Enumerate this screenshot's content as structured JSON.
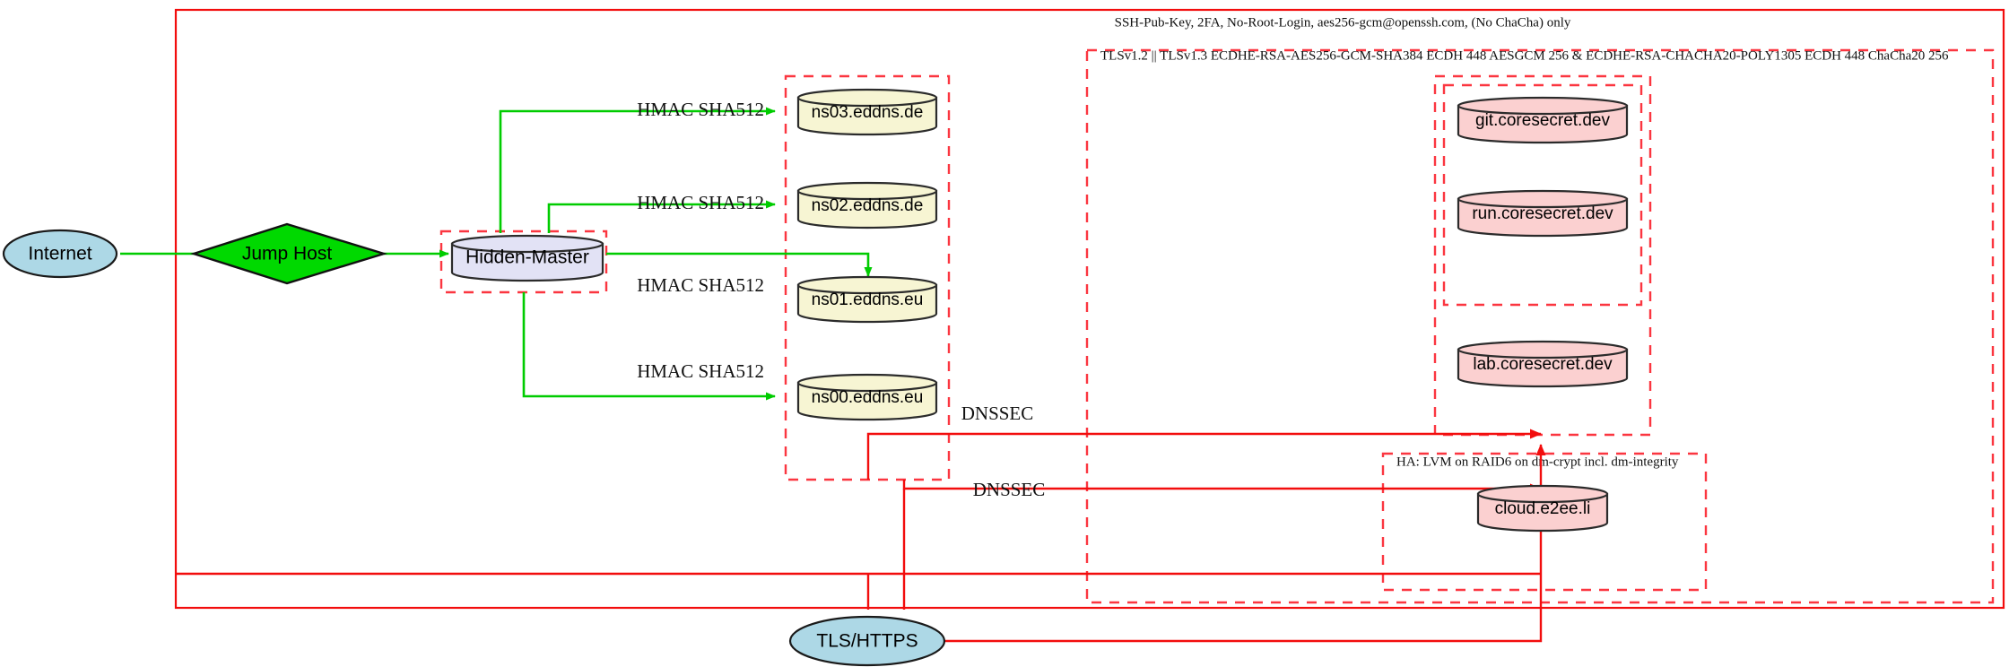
{
  "diagram": {
    "title": "Hidden-Master DNS and TLS service architecture",
    "colors": {
      "cluster_border": "#fb3640",
      "outer_border": "#f20d0d",
      "dns_edge": "#00cc00",
      "tls_edge": "#f20d0d",
      "internet_fill": "#add8e6",
      "jumphost_fill": "#00d900",
      "hidden_master_fill": "#e2e2f5",
      "nameserver_fill": "#f7f5d3",
      "service_fill": "#fbd0d0"
    }
  },
  "clusters": {
    "outer_ssh": {
      "name": "ssh-perimeter",
      "label": "SSH-Pub-Key, 2FA, No-Root-Login, aes256-gcm@openssh.com, (No ChaCha) only",
      "style": "solid"
    },
    "tls_zone": {
      "name": "tls-zone",
      "label": "TLSv1.2 || TLSv1.3 ECDHE-RSA-AES256-GCM-SHA384 ECDH 448 AESGCM 256 & ECDHE-RSA-CHACHA20-POLY1305 ECDH 448 ChaCha20 256",
      "style": "dashed"
    },
    "ha_zone": {
      "name": "ha-storage-zone",
      "label": "HA: LVM on RAID6 on dm-crypt incl. dm-integrity",
      "style": "dashed"
    },
    "hidden_master_zone": {
      "name": "hidden-master-zone",
      "label": "",
      "style": "dashed"
    },
    "nameserver_zone": {
      "name": "nameserver-zone",
      "label": "",
      "style": "dashed"
    },
    "coresecret_zone_outer": {
      "name": "coresecret-zone-outer",
      "label": "",
      "style": "dashed"
    },
    "coresecret_zone_inner": {
      "name": "coresecret-zone-inner",
      "label": "",
      "style": "dashed"
    }
  },
  "nodes": {
    "internet": {
      "label": "Internet",
      "shape": "ellipse",
      "fill": "#add8e6"
    },
    "jump_host": {
      "label": "Jump Host",
      "shape": "diamond",
      "fill": "#00d900"
    },
    "hidden_master": {
      "label": "Hidden-Master",
      "shape": "cylinder",
      "fill": "#e2e2f5"
    },
    "tls_https": {
      "label": "TLS/HTTPS",
      "shape": "ellipse",
      "fill": "#add8e6"
    },
    "nameservers": [
      {
        "label": "ns03.eddns.de",
        "shape": "cylinder",
        "fill": "#f7f5d3"
      },
      {
        "label": "ns02.eddns.de",
        "shape": "cylinder",
        "fill": "#f7f5d3"
      },
      {
        "label": "ns01.eddns.eu",
        "shape": "cylinder",
        "fill": "#f7f5d3"
      },
      {
        "label": "ns00.eddns.eu",
        "shape": "cylinder",
        "fill": "#f7f5d3"
      }
    ],
    "services": [
      {
        "label": "git.coresecret.dev",
        "shape": "cylinder",
        "fill": "#fbd0d0"
      },
      {
        "label": "run.coresecret.dev",
        "shape": "cylinder",
        "fill": "#fbd0d0"
      },
      {
        "label": "lab.coresecret.dev",
        "shape": "cylinder",
        "fill": "#fbd0d0"
      },
      {
        "label": "cloud.e2ee.li",
        "shape": "cylinder",
        "fill": "#fbd0d0"
      }
    ]
  },
  "edges": {
    "hmac_labels": [
      "HMAC SHA512",
      "HMAC SHA512",
      "HMAC SHA512",
      "HMAC SHA512"
    ],
    "dnssec_labels": [
      "DNSSEC",
      "DNSSEC"
    ]
  }
}
